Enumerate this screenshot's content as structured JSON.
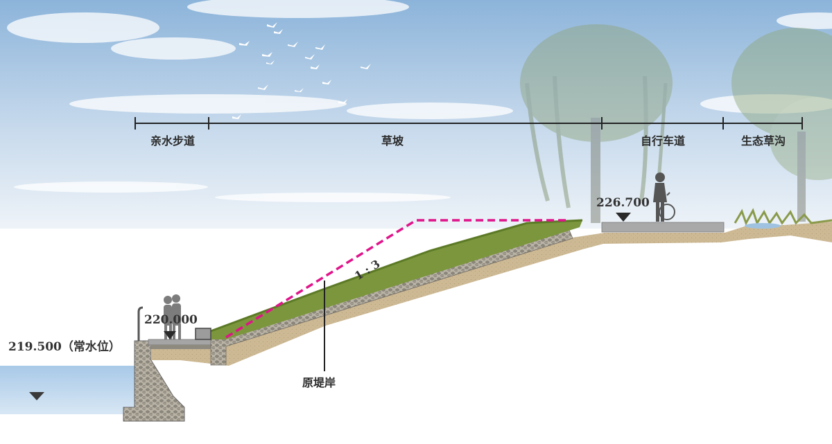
{
  "zones": {
    "z1": "亲水步道",
    "z2": "草坡",
    "z3": "自行车道",
    "z4": "生态草沟"
  },
  "elevations": {
    "normal_water": "219.500（常水位）",
    "walkway": "220.000",
    "bike_path": "226.700"
  },
  "annotations": {
    "slope_ratio": "1 : 3",
    "original_bank": "原堤岸"
  },
  "colors": {
    "sky_top": "#8fb6dc",
    "sky_bottom": "#e7eef6",
    "water": "#b4d1ec",
    "dashed_line": "#e0148a",
    "grass": "#7c9a3e",
    "gravel": "#9a9588",
    "soil": "#cdb893",
    "pavement": "#a6a6a6"
  }
}
